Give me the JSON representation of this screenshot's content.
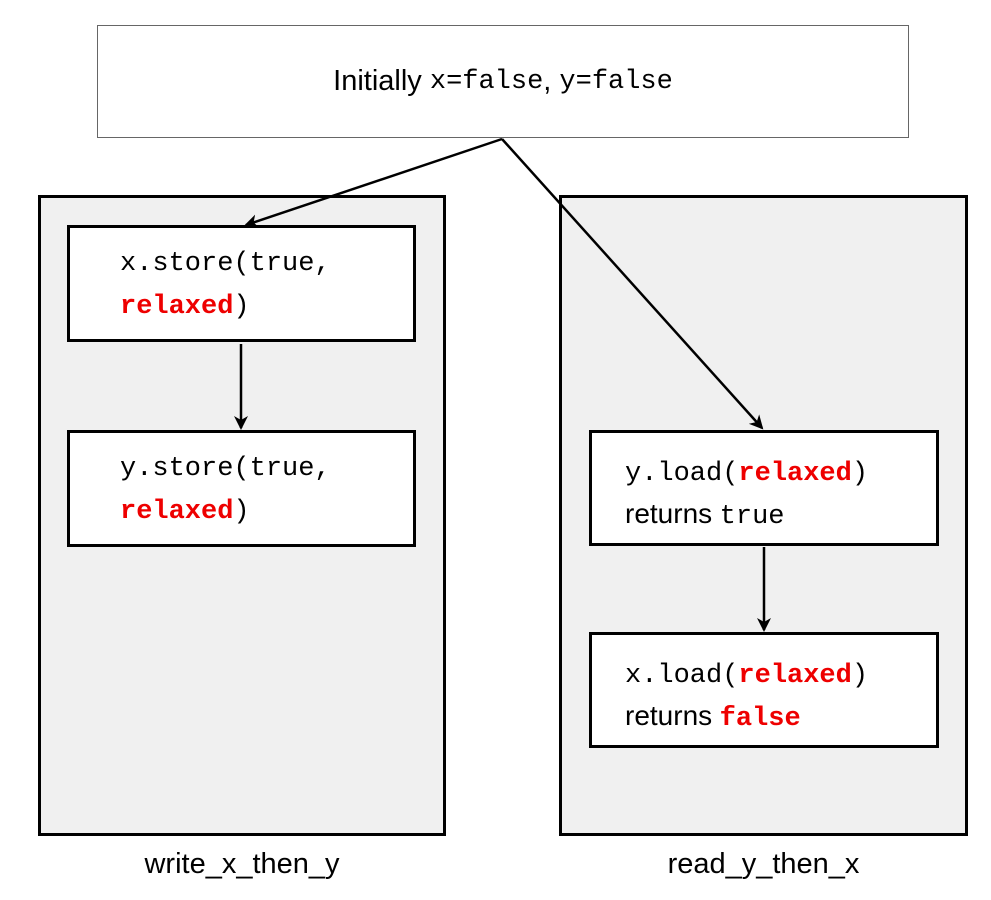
{
  "initial": {
    "label": "Initially",
    "x_init": "x=false",
    "separator": ",",
    "y_init": "y=false"
  },
  "threads": [
    {
      "caption": "write_x_then_y",
      "ops": [
        {
          "line1": "x.store(true,",
          "order": "relaxed",
          "close": ")"
        },
        {
          "line1": "y.store(true,",
          "order": "relaxed",
          "close": ")"
        }
      ]
    },
    {
      "caption": "read_y_then_x",
      "ops": [
        {
          "call": "y.load(",
          "order": "relaxed",
          "close": ")",
          "returns_label": "returns",
          "returns_value": "true"
        },
        {
          "call": "x.load(",
          "order": "relaxed",
          "close": ")",
          "returns_label": "returns",
          "returns_value": "false"
        }
      ]
    }
  ],
  "colors": {
    "keyword": "#ee0000",
    "thread_bg": "#f0f0f0",
    "border": "#000000"
  }
}
